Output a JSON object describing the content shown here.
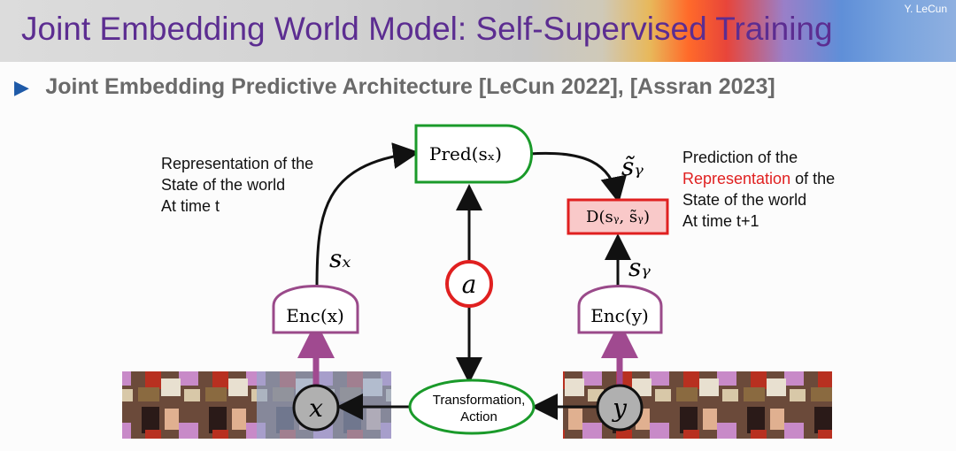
{
  "slide": {
    "title": "Joint Embedding World Model: Self-Supervised Training",
    "author": "Y. LeCun",
    "bullet": "Joint Embedding Predictive Architecture [LeCun 2022], [Assran 2023]"
  },
  "annotations": {
    "left": [
      "Representation of the",
      "State of the world",
      "At time t"
    ],
    "right_line1": "Prediction of the",
    "right_highlight": "Representation",
    "right_suffix": " of the",
    "right_line3": "State of the world",
    "right_line4": "At time t+1"
  },
  "diagram": {
    "pred": "Pred(sₓ)",
    "distance": "D(sᵧ, s̃ᵧ)",
    "enc_x": "Enc(x)",
    "enc_y": "Enc(y)",
    "s_x": "sₓ",
    "s_y": "sᵧ",
    "s_y_tilde": "s̃ᵧ",
    "action_var": "a",
    "x_var": "x",
    "y_var": "y",
    "transformation_line1": "Transformation,",
    "transformation_line2": "Action"
  },
  "colors": {
    "title": "#5c2d91",
    "pred_border": "#1a9a2a",
    "distance_border": "#e02020",
    "distance_fill": "#f9c9c9",
    "encoder_border": "#9a4a8a",
    "encoder_arrow": "#a04a90",
    "action_border": "#e02020",
    "variable_fill": "#b0b0b0",
    "highlight_text": "#e02020"
  }
}
